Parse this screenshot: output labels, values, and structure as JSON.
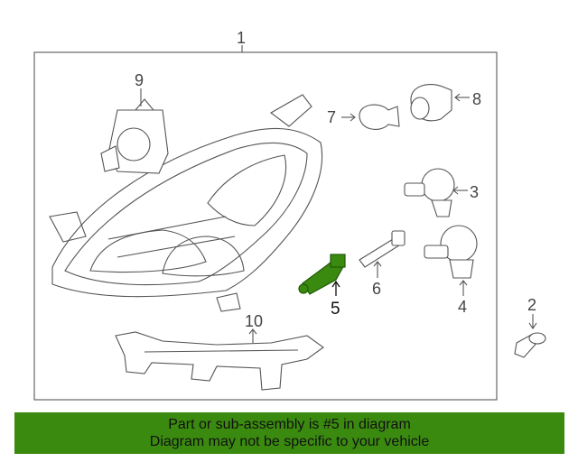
{
  "diagram": {
    "callouts": [
      "1",
      "2",
      "3",
      "4",
      "5",
      "6",
      "7",
      "8",
      "9",
      "10"
    ],
    "highlight_part": "5",
    "highlight_color": "#3b8a10"
  },
  "banner": {
    "line1": "Part or sub-assembly is #5 in diagram",
    "line2": "Diagram may not be specific to your vehicle",
    "color": "#3b8a10"
  }
}
